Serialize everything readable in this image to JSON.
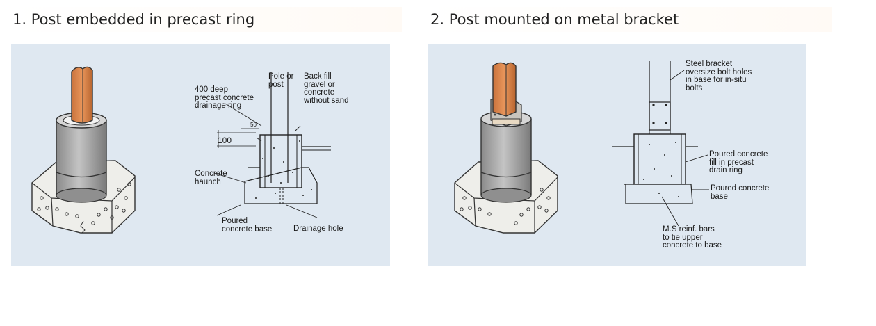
{
  "panels": [
    {
      "title": "1. Post embedded in precast ring",
      "labels": {
        "precast_ring": "400 deep\nprecast concrete\ndrainage ring",
        "pole": "Pole or\npost",
        "backfill": "Back fill\ngravel or\nconcrete\nwithout sand",
        "haunch": "Concrete\nhaunch",
        "base": "Poured\nconcrete base",
        "drainage_hole": "Drainage hole"
      },
      "dimensions": {
        "top": "50",
        "depth": "100"
      }
    },
    {
      "title": "2. Post mounted on metal bracket",
      "labels": {
        "bracket": "Steel bracket\noversize bolt holes\nin base for in-situ\nbolts",
        "fill": "Poured concrete\nfill in precast\ndrain ring",
        "base": "Poured concrete\nbase",
        "bars": "M.S reinf. bars\nto tie upper\nconcrete to base"
      }
    }
  ]
}
